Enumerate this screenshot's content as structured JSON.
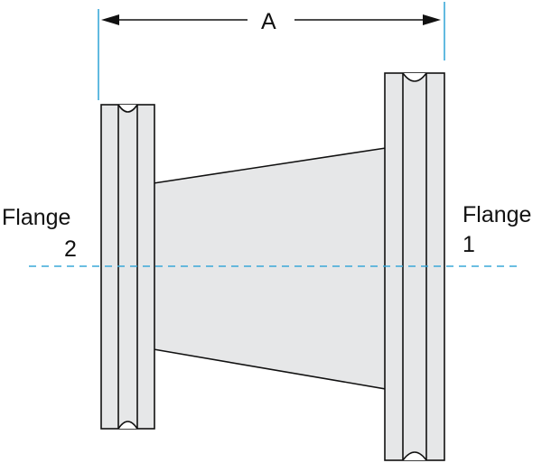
{
  "dimension": {
    "label": "A"
  },
  "flange_2": {
    "name": "Flange",
    "number": "2"
  },
  "flange_1": {
    "name": "Flange",
    "number": "1"
  },
  "colors": {
    "fill": "#e6e7e8",
    "outline": "#111111",
    "centerline": "#3aa9d8",
    "extension_lines": "#3aa9d8"
  }
}
